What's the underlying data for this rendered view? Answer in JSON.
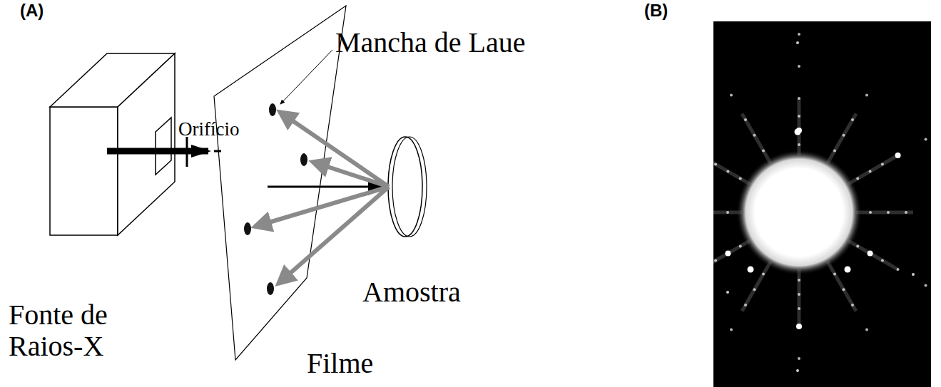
{
  "diagram": {
    "labels": [
      "(A)",
      "Mancha de Laue",
      "Orifício",
      "Fonte de Raios-X",
      "Filme",
      "Amostra",
      "(B)"
    ]
  }
}
